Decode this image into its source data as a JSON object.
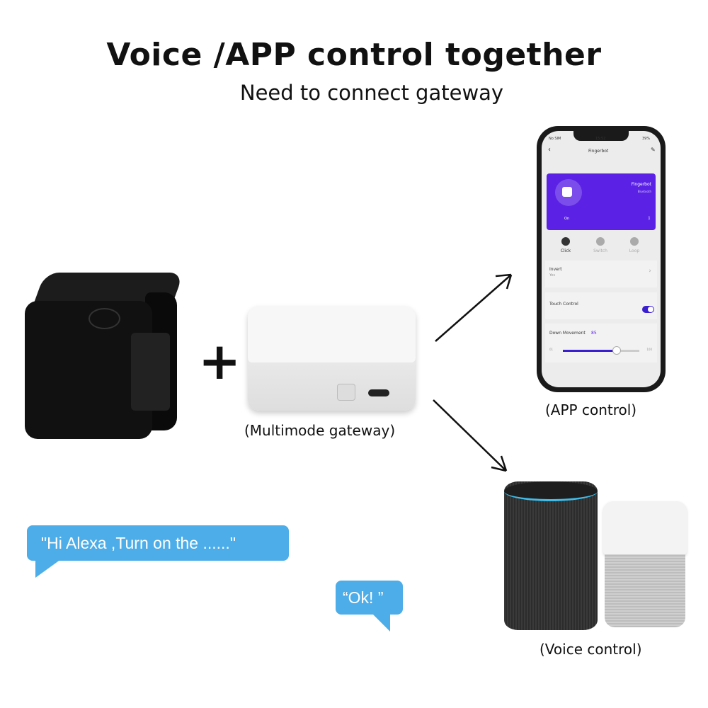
{
  "header": {
    "title": "Voice /APP control together",
    "subtitle": "Need to connect gateway"
  },
  "devices": {
    "plus": "+",
    "gateway_label": "(Multimode gateway)",
    "app_label": "(APP control)",
    "voice_label": "(Voice control)"
  },
  "phone": {
    "status": {
      "carrier": "No SIM",
      "time": "15:52",
      "battery": "39%"
    },
    "title": "Fingerbot",
    "card": {
      "name": "Fingerbot",
      "connection": "Bluetooth",
      "state": "On"
    },
    "modes": [
      {
        "label": "Click",
        "active": true
      },
      {
        "label": "Switch",
        "active": false
      },
      {
        "label": "Loop",
        "active": false
      }
    ],
    "invert": {
      "label": "Invert",
      "value": "Yes"
    },
    "touch_control": {
      "label": "Touch Control",
      "on": true
    },
    "down_movement": {
      "label": "Down Movement",
      "value": "85",
      "min": "01",
      "max": "100",
      "fraction": 0.7
    },
    "accent": "#5b22e6"
  },
  "bubbles": {
    "alexa": "\"Hi Alexa ,Turn on the ......\"",
    "ok": "“Ok!  ”",
    "color": "#4dade8"
  }
}
